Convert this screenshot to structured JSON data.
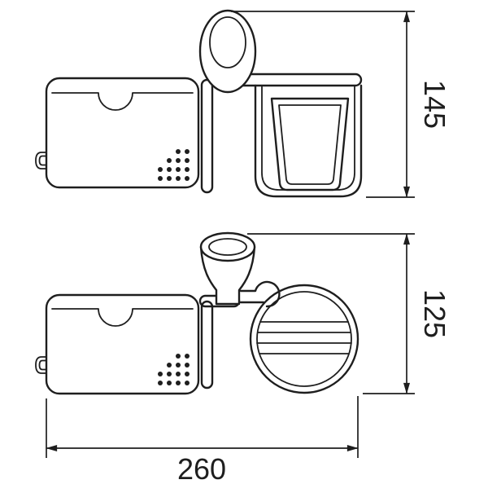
{
  "colors": {
    "line": "#1e1e1e",
    "background": "#ffffff"
  },
  "dimensions": {
    "top_view_height": "145",
    "bottom_view_height": "125",
    "overall_width": "260"
  }
}
